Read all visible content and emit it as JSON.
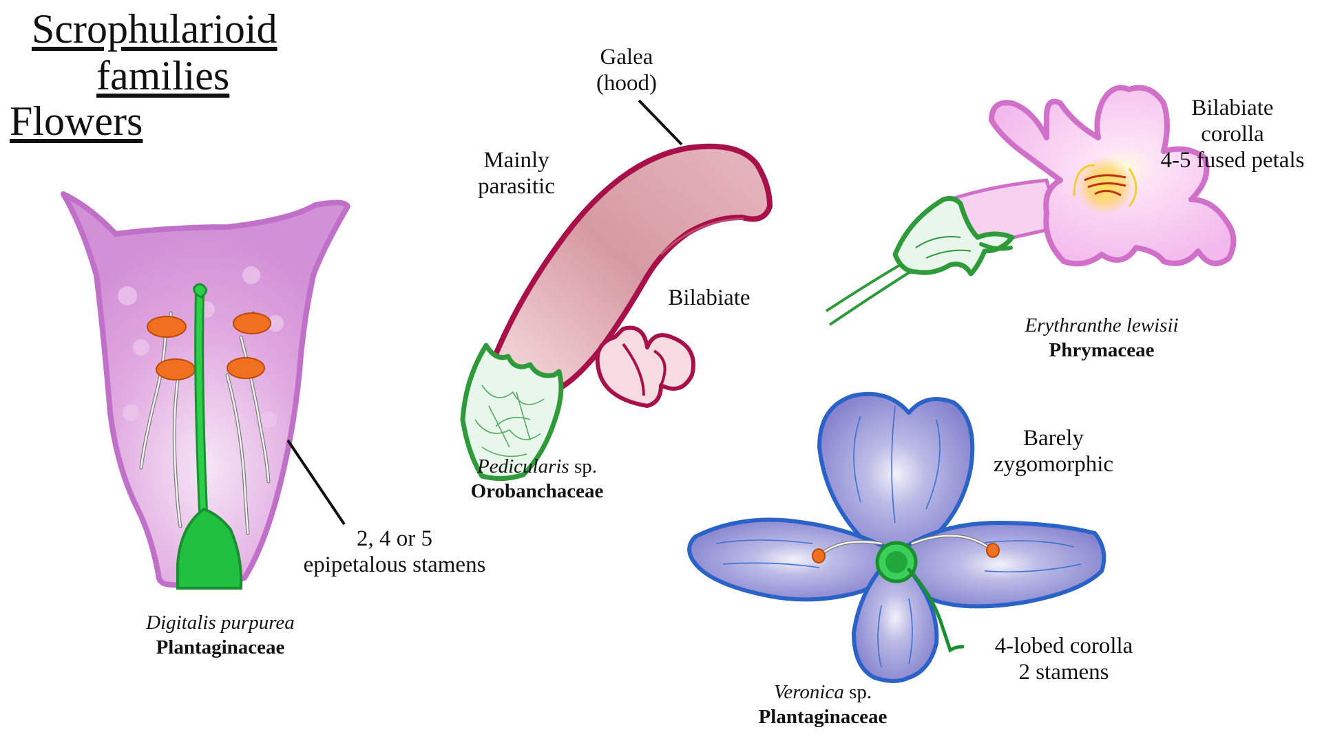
{
  "header": {
    "title_line1": "Scrophularioid",
    "title_line2": "families",
    "title_line3": "Flowers"
  },
  "digitalis": {
    "species": "Digitalis purpurea",
    "family": "Plantaginaceae",
    "stamen_label_line1": "2, 4 or 5",
    "stamen_label_line2": "epipetalous stamens"
  },
  "pedicularis": {
    "genus": "Pedicularis",
    "species_suffix": " sp.",
    "family": "Orobanchaceae",
    "galea_line1": "Galea",
    "galea_line2": "(hood)",
    "parasitic_line1": "Mainly",
    "parasitic_line2": "parasitic",
    "bilabiate": "Bilabiate"
  },
  "erythranthe": {
    "species": "Erythranthe lewisii",
    "family": "Phrymaceae",
    "label_line1": "Bilabiate",
    "label_line2": "corolla",
    "label_line3": "4-5 fused petals"
  },
  "veronica": {
    "genus": "Veronica",
    "species_suffix": " sp.",
    "family": "Plantaginaceae",
    "zygo_line1": "Barely",
    "zygo_line2": "zygomorphic",
    "corolla_line1": "4-lobed corolla",
    "corolla_line2": "2 stamens"
  },
  "colors": {
    "foxglove_pink": "#d58ad5",
    "foxglove_edge": "#c070c8",
    "style_green": "#22c040",
    "anther_orange": "#f07020",
    "galea_crimson": "#a8104a",
    "calyx_green": "#2e9a3a",
    "monkey_pink": "#f4c8ee",
    "veronica_violet": "#8a86d0",
    "veronica_edge": "#2a62c8"
  }
}
